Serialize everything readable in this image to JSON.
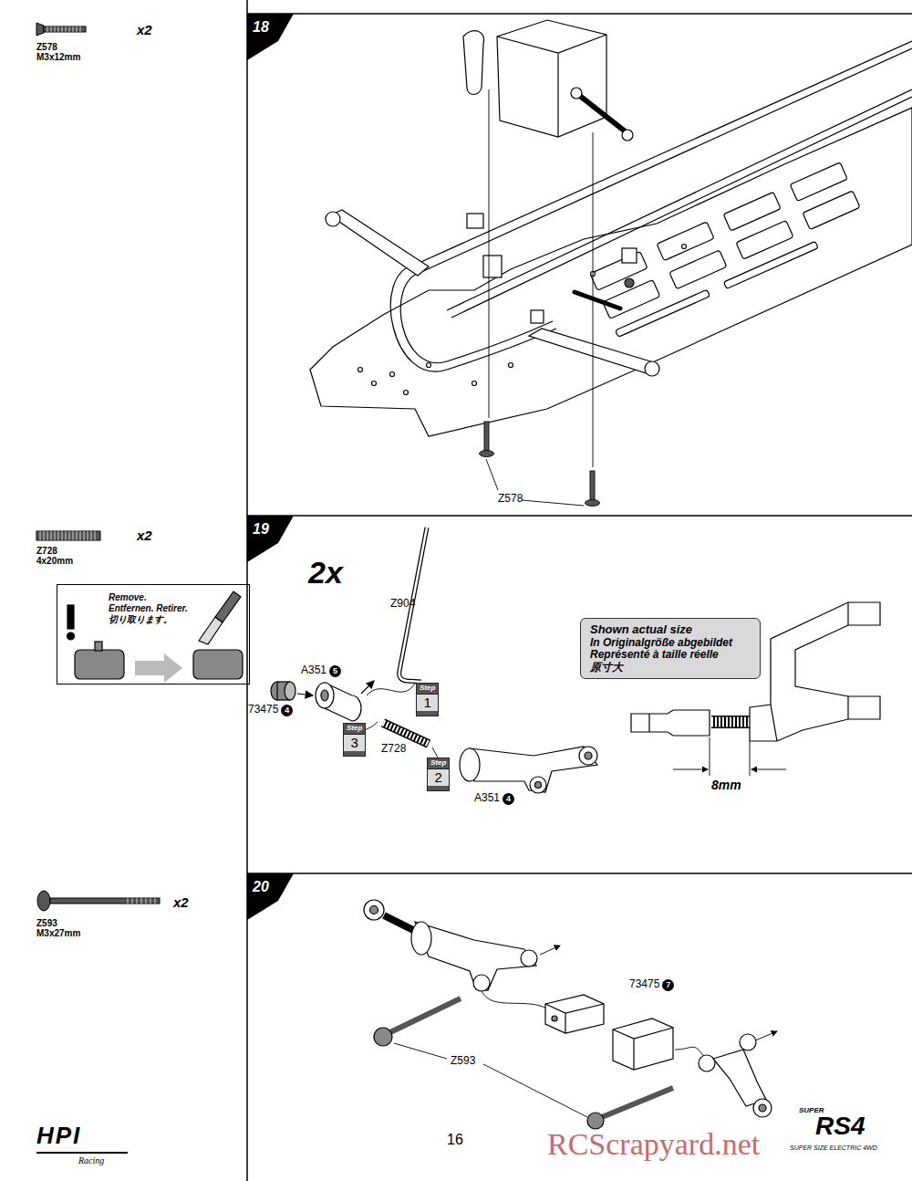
{
  "diagram": {
    "nodes": [
      {
        "text": [
          "Remove. Entfernen. Retirer. 切り取ります。"
        ]
      },
      {
        "text": [
          "Step",
          "1"
        ]
      },
      {
        "text": [
          "Step",
          "3"
        ]
      },
      {
        "text": [
          "Step",
          "2"
        ]
      },
      {
        "text": [
          "Shown actual size",
          "In Originalgröße abgebildet",
          "Représenté à taille réelle",
          "原寸大"
        ]
      }
    ],
    "labels": [
      "Z578",
      "M3x12mm",
      "x2",
      "18",
      "Z578",
      "Z728",
      "4x20mm",
      "x2",
      "19",
      "2x",
      "Z904",
      "A351",
      "5",
      "73475",
      "4",
      "Z728",
      "A351",
      "4",
      "8mm",
      "Z593",
      "M3x27mm",
      "x2",
      "20",
      "73475",
      "7",
      "Z593",
      "16",
      "HPI",
      "Racing",
      "SUPER",
      "RS4",
      "SUPER SIZE ELECTRIC 4WD",
      "RCScrapyard.net"
    ]
  }
}
